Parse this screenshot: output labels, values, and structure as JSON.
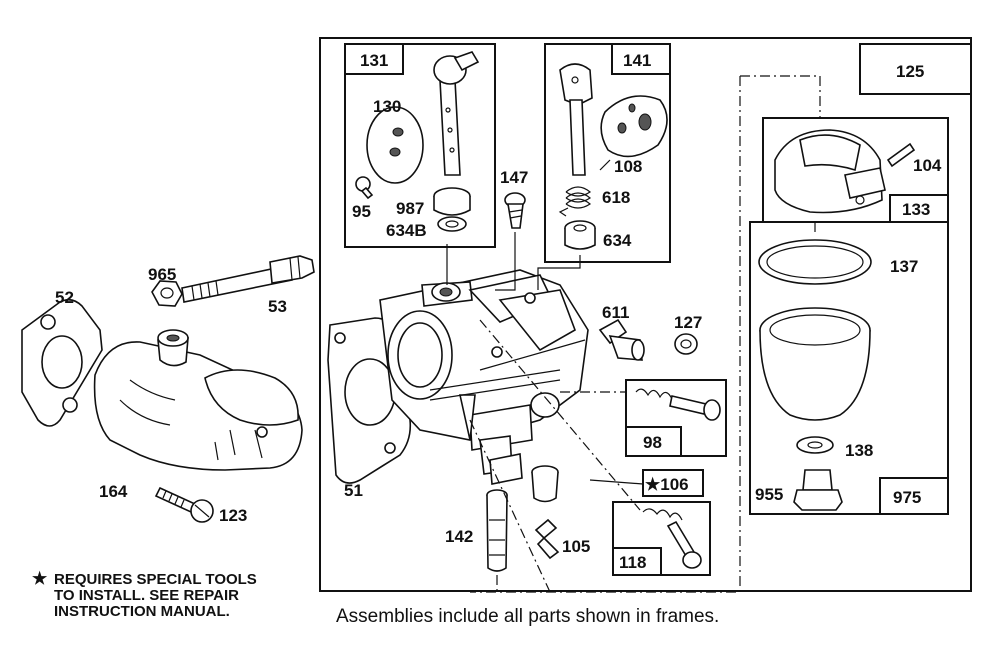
{
  "parts": {
    "p52": "52",
    "p965": "965",
    "p53": "53",
    "p164": "164",
    "p123": "123",
    "p51": "51",
    "p142": "142",
    "p105": "105",
    "p130": "130",
    "p95": "95",
    "p987": "987",
    "p634b": "634B",
    "p108": "108",
    "p618": "618",
    "p634": "634",
    "p147": "147",
    "p611": "611",
    "p127": "127",
    "p104": "104",
    "p137": "137",
    "p138": "138",
    "p955": "955"
  },
  "boxes": {
    "b131": "131",
    "b141": "141",
    "b125": "125",
    "b133": "133",
    "b98": "98",
    "b106": "★106",
    "b118": "118",
    "b975": "975"
  },
  "note": {
    "star": "★",
    "line1": "REQUIRES SPECIAL TOOLS",
    "line2": "TO INSTALL.  SEE REPAIR",
    "line3": "INSTRUCTION MANUAL."
  },
  "caption": "Assemblies include all parts shown in frames."
}
